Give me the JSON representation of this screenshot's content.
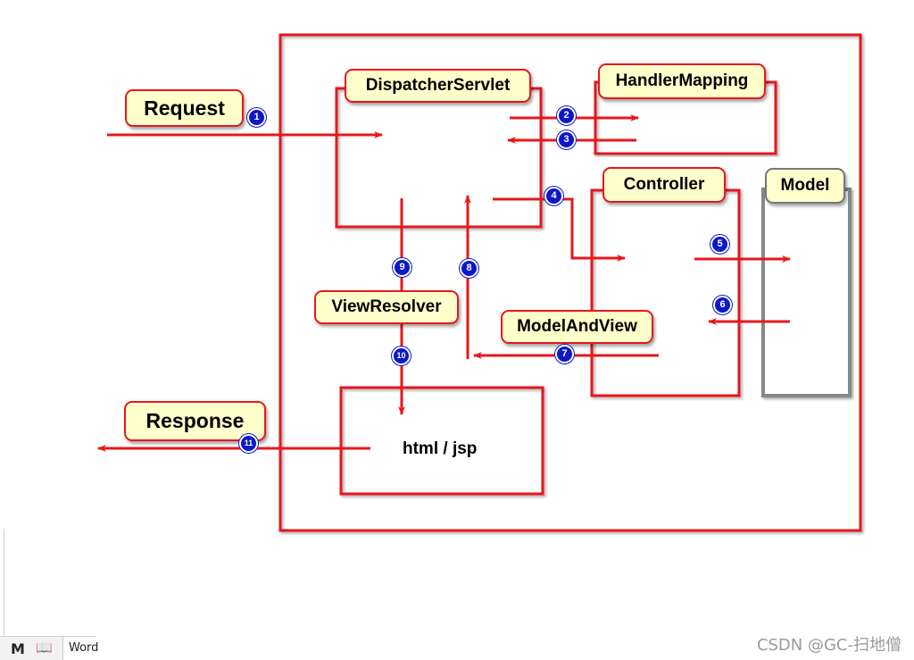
{
  "diagram": {
    "nodes": {
      "request": "Request",
      "response": "Response",
      "dispatcher_servlet": "DispatcherServlet",
      "handler_mapping": "HandlerMapping",
      "controller": "Controller",
      "model": "Model",
      "view_resolver": "ViewResolver",
      "model_and_view": "ModelAndView",
      "view": "html / jsp"
    },
    "steps": [
      "1",
      "2",
      "3",
      "4",
      "5",
      "6",
      "7",
      "8",
      "9",
      "10",
      "11"
    ],
    "colors": {
      "border": "#e8171b",
      "label_fill": "#ffffcc",
      "badge": "#0c18c9",
      "model_border": "#777777"
    }
  },
  "watermark": "CSDN @GC-扫地僧",
  "taskbar": {
    "icons": [
      "m-icon",
      "book-icon"
    ],
    "word_tab": "Word"
  }
}
